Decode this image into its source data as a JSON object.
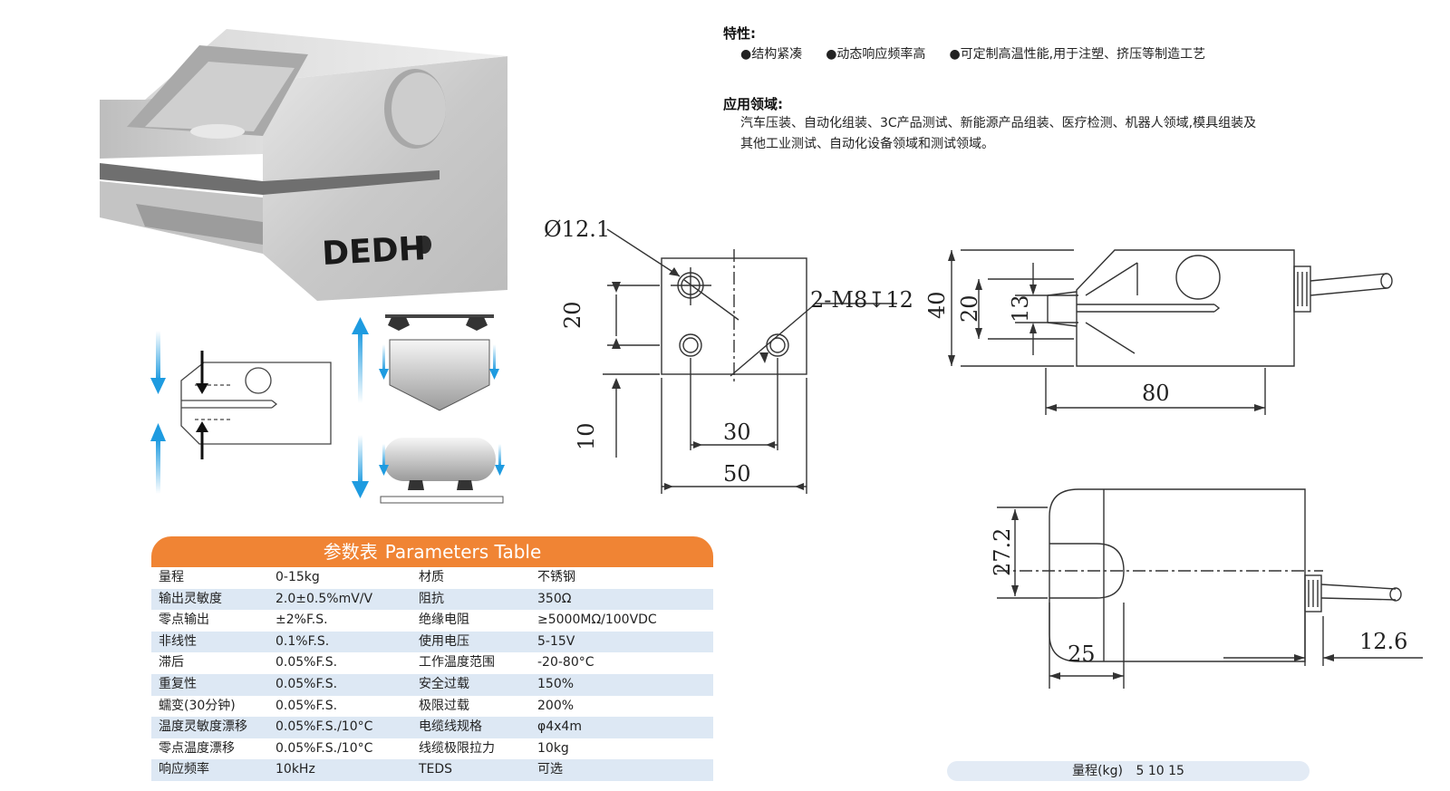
{
  "features": {
    "title": "特性:",
    "items": [
      "●结构紧凑",
      "●动态响应频率高",
      "●可定制高温性能,用于注塑、挤压等制造工艺"
    ]
  },
  "applications": {
    "title": "应用领域:",
    "lines": [
      "汽车压装、自动化组装、3C产品测试、新能源产品组装、医疗检测、机器人领域,模具组装及",
      "其他工业测试、自动化设备领域和测试领域。"
    ]
  },
  "logo": {
    "text": "DEDH"
  },
  "drawing": {
    "hole_dia": "Ø12.1",
    "thread": "2-M8↧12",
    "front_dims": {
      "d20": "20",
      "d10": "10",
      "d30": "30",
      "d50": "50"
    },
    "side_dims": {
      "d40": "40",
      "d20": "20",
      "d13": "13",
      "d80": "80"
    },
    "top_dims": {
      "d27_2": "27.2",
      "d25": "25",
      "d12_6": "12.6"
    }
  },
  "parameters_table": {
    "title_cn": "参数表",
    "title_en": "Parameters Table",
    "rows": [
      [
        "量程",
        "0-15kg",
        "材质",
        "不锈钢"
      ],
      [
        "输出灵敏度",
        "2.0±0.5%mV/V",
        "阻抗",
        "350Ω"
      ],
      [
        "零点输出",
        "±2%F.S.",
        "绝缘电阻",
        "≥5000MΩ/100VDC"
      ],
      [
        "非线性",
        "0.1%F.S.",
        "使用电压",
        "5-15V"
      ],
      [
        "滞后",
        "0.05%F.S.",
        "工作温度范围",
        "-20-80°C"
      ],
      [
        "重复性",
        "0.05%F.S.",
        "安全过载",
        "150%"
      ],
      [
        "蠕变(30分钟)",
        "0.05%F.S.",
        "极限过载",
        "200%"
      ],
      [
        "温度灵敏度漂移",
        "0.05%F.S./10°C",
        "电缆线规格",
        "φ4x4m"
      ],
      [
        "零点温度漂移",
        "0.05%F.S./10°C",
        "线缆极限拉力",
        "10kg"
      ],
      [
        "响应频率",
        "10kHz",
        "TEDS",
        "可选"
      ]
    ]
  },
  "range": {
    "label": "量程(kg)",
    "values": "5 10 15"
  },
  "colors": {
    "accent": "#f08434",
    "row_alt": "#dde8f4",
    "arrow": "#29a3e0"
  }
}
